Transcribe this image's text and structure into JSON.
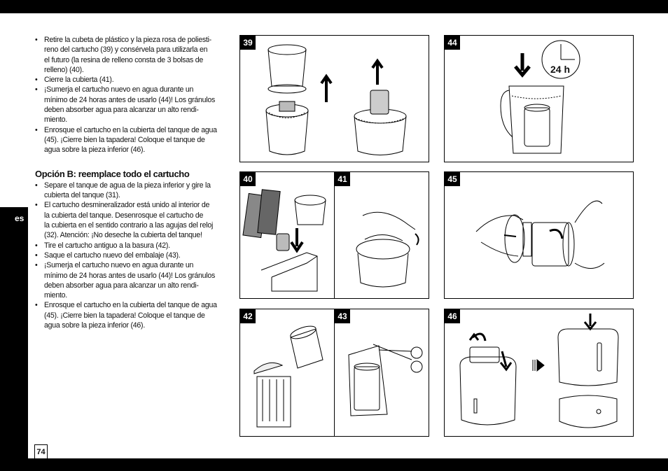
{
  "lang_tab": "es",
  "page_number": "74",
  "intro_items": [
    "Retire la cubeta de plástico y la pieza rosa de poliesti-\nreno del cartucho (39) y consérvela para utilizarla en\nel futuro (la resina de relleno consta de 3 bolsas de\nrelleno) (40).",
    "Cierre la cubierta (41).",
    "¡Sumerja el cartucho nuevo en agua durante un\nmínimo de 24 horas antes de usarlo (44)! Los gránulos\ndeben absorber agua para alcanzar un alto rendi-\nmiento.",
    "Enrosque el cartucho en la cubierta del tanque de agua\n(45). ¡Cierre bien la tapadera! Coloque el tanque de\nagua sobre la pieza inferior (46)."
  ],
  "option_b": {
    "heading": "Opción B: reemplace todo el cartucho",
    "items": [
      "Separe el tanque de agua de la pieza inferior y gire la\ncubierta del tanque (31).",
      "El cartucho desmineralizador está unido al interior de\nla cubierta del tanque. Desenrosque el cartucho de\nla cubierta en el sentido contrario a las agujas del reloj\n(32). Atención: ¡No deseche la cubierta del tanque!",
      "Tire el cartucho antiguo a la basura (42).",
      "Saque el cartucho nuevo del embalaje (43).",
      "¡Sumerja el cartucho nuevo en agua durante un\nmínimo de 24 horas antes de usarlo (44)! Los gránulos\ndeben absorber agua para alcanzar un alto rendi-\nmiento.",
      "Enrosque el cartucho en la cubierta del tanque de agua\n(45). ¡Cierre bien la tapadera! Coloque el tanque de\nagua sobre la pieza inferior (46)."
    ]
  },
  "figures": {
    "f39": "39",
    "f40": "40",
    "f41": "41",
    "f42": "42",
    "f43": "43",
    "f44": "44",
    "f45": "45",
    "f46": "46",
    "clock_label": "24 h"
  }
}
